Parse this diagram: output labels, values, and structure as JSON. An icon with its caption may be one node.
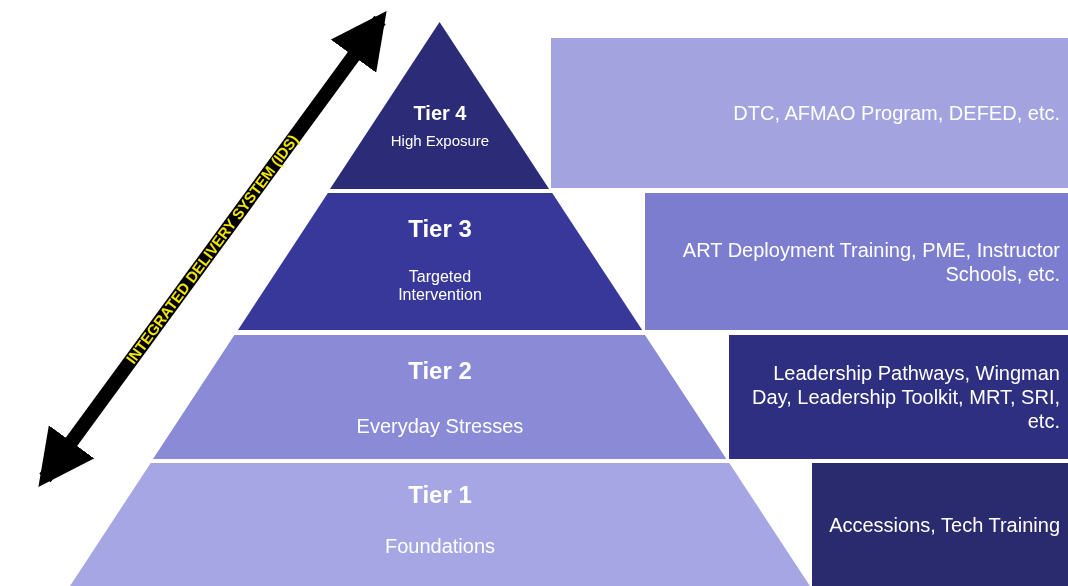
{
  "diagram": {
    "nodes": [
      {
        "text": [
          "Tier 4",
          "High Exposure"
        ]
      },
      {
        "text": [
          "DTC, AFMAO Program, DEFED, etc."
        ]
      },
      {
        "text": [
          "Tier 3",
          "Targeted Intervention"
        ]
      },
      {
        "text": [
          "ART Deployment Training, PME, Instructor Schools, etc."
        ]
      },
      {
        "text": [
          "Tier 2",
          "Everyday Stresses"
        ]
      },
      {
        "text": [
          "Leadership Pathways, Wingman Day, Leadership Toolkit, MRT, SRI, etc."
        ]
      },
      {
        "text": [
          "Tier 1",
          "Foundations"
        ]
      },
      {
        "text": [
          "Accessions, Tech Training"
        ]
      }
    ],
    "labels": [
      "INTEGRATED DELIVERY SYSTEM (IDS)"
    ]
  }
}
